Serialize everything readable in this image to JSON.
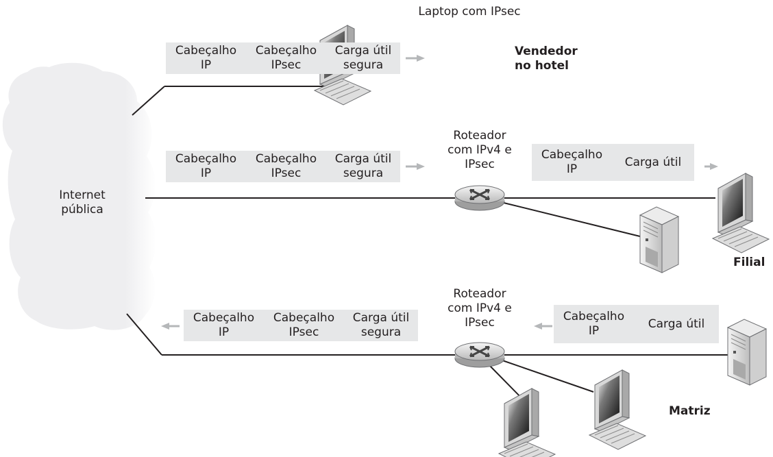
{
  "labels": {
    "internet": "Internet\npública",
    "laptop": "Laptop com IPsec",
    "salesperson": "Vendedor\nno hotel",
    "router_branch": "Roteador\ncom IPv4 e\nIPsec",
    "router_hq": "Roteador\ncom IPv4 e\nIPsec",
    "branch": "Filial",
    "headquarters": "Matriz"
  },
  "packets": {
    "salesperson": [
      "Cabeçalho\nIP",
      "Cabeçalho\nIPsec",
      "Carga útil\nsegura"
    ],
    "branch_wan": [
      "Cabeçalho\nIP",
      "Cabeçalho\nIPsec",
      "Carga útil\nsegura"
    ],
    "branch_lan": [
      "Cabeçalho\nIP",
      "Carga útil"
    ],
    "hq_wan": [
      "Cabeçalho\nIP",
      "Cabeçalho\nIPsec",
      "Carga útil\nsegura"
    ],
    "hq_lan": [
      "Cabeçalho\nIP",
      "Carga útil"
    ]
  },
  "colors": {
    "line": "#231f20",
    "packet_fill": "#e6e7e8",
    "arrow": "#b5b7b9",
    "cloud": "#eeeef0"
  }
}
